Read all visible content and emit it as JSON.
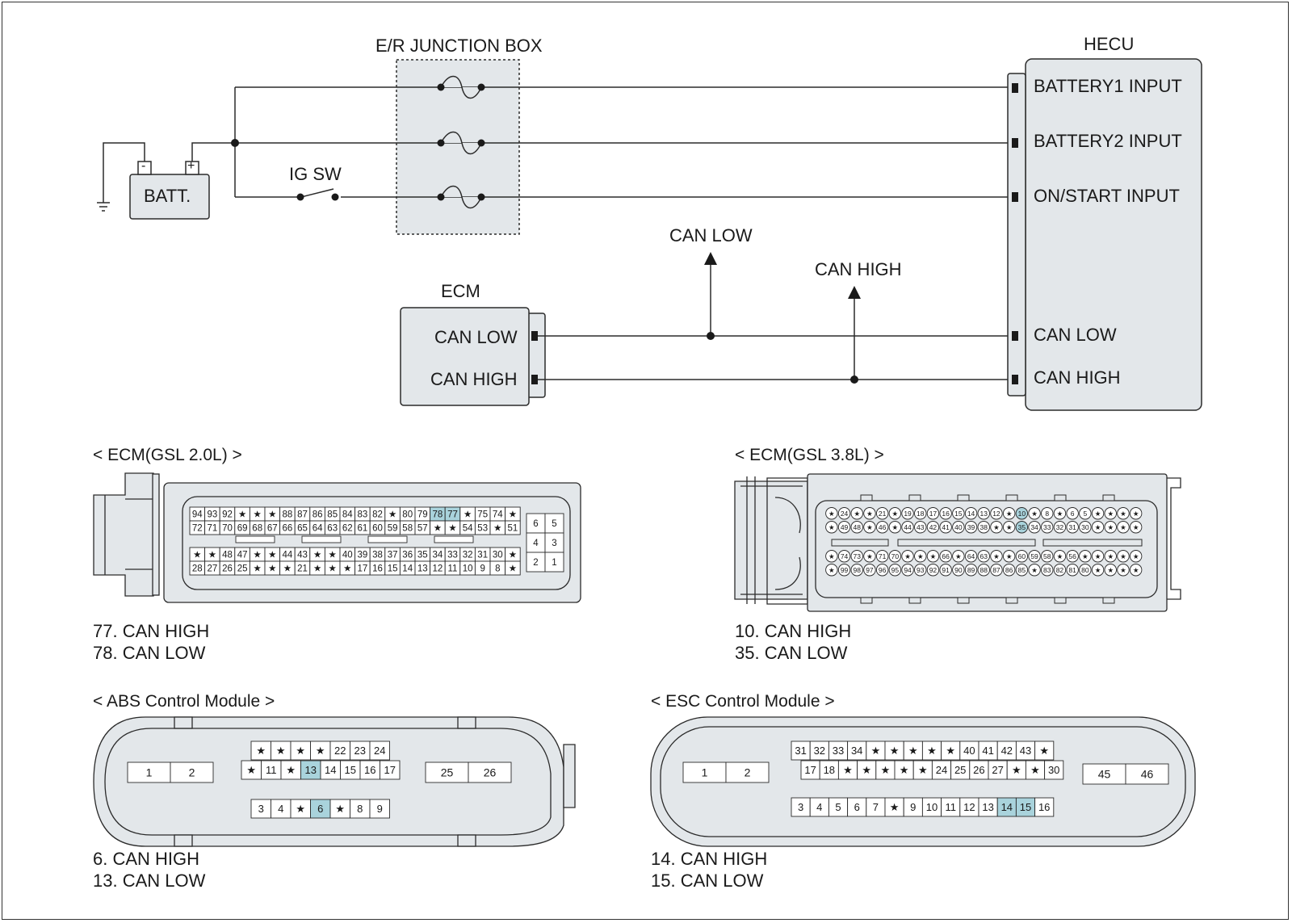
{
  "wiring": {
    "junction_box_title": "E/R JUNCTION BOX",
    "hecu_title": "HECU",
    "battery_label": "BATT.",
    "minus_sign": "-",
    "plus_sign": "+",
    "ig_sw_label": "IG SW",
    "ecm_title": "ECM",
    "hecu_pins": [
      "BATTERY1 INPUT",
      "BATTERY2 INPUT",
      "ON/START INPUT",
      "CAN LOW",
      "CAN HIGH"
    ],
    "ecm_pins": [
      "CAN LOW",
      "CAN HIGH"
    ],
    "tap_can_low": "CAN LOW",
    "tap_can_high": "CAN HIGH"
  },
  "colors": {
    "highlight": "#a9d3dc",
    "module_fill": "#e3e7ea",
    "line": "#2b2b2b"
  },
  "connectors": {
    "ecm_20": {
      "title": "< ECM(GSL 2.0L) >",
      "row1": [
        "94",
        "93",
        "92",
        "*",
        "*",
        "*",
        "88",
        "87",
        "86",
        "85",
        "84",
        "83",
        "82",
        "*",
        "80",
        "79",
        "78",
        "77",
        "*",
        "75",
        "74",
        "*"
      ],
      "row2": [
        "72",
        "71",
        "70",
        "69",
        "68",
        "67",
        "66",
        "65",
        "64",
        "63",
        "62",
        "61",
        "60",
        "59",
        "58",
        "57",
        "*",
        "*",
        "54",
        "53",
        "*",
        "51"
      ],
      "row3": [
        "*",
        "*",
        "48",
        "47",
        "*",
        "*",
        "44",
        "43",
        "*",
        "*",
        "40",
        "39",
        "38",
        "37",
        "36",
        "35",
        "34",
        "33",
        "32",
        "31",
        "30",
        "*"
      ],
      "row4": [
        "28",
        "27",
        "26",
        "25",
        "*",
        "*",
        "*",
        "21",
        "*",
        "*",
        "*",
        "17",
        "16",
        "15",
        "14",
        "13",
        "12",
        "11",
        "10",
        "9",
        "8",
        "*"
      ],
      "side": [
        "6",
        "5",
        "4",
        "3",
        "2",
        "1"
      ],
      "highlight": [
        "78",
        "77"
      ],
      "pins": [
        "77. CAN HIGH",
        "78. CAN LOW"
      ]
    },
    "ecm_38": {
      "title": "< ECM(GSL 3.8L) >",
      "row1": [
        "*",
        "24",
        "*",
        "*",
        "21",
        "*",
        "19",
        "18",
        "17",
        "16",
        "15",
        "14",
        "13",
        "12",
        "*",
        "10",
        "*",
        "8",
        "*",
        "6",
        "5",
        "*",
        "*",
        "*",
        "*"
      ],
      "row2": [
        "*",
        "49",
        "48",
        "*",
        "46",
        "*",
        "44",
        "43",
        "42",
        "41",
        "40",
        "39",
        "38",
        "*",
        "*",
        "35",
        "34",
        "33",
        "32",
        "31",
        "30",
        "*",
        "*",
        "*",
        "*"
      ],
      "row3": [
        "*",
        "74",
        "73",
        "*",
        "71",
        "70",
        "*",
        "*",
        "*",
        "66",
        "*",
        "64",
        "63",
        "*",
        "*",
        "60",
        "59",
        "58",
        "*",
        "56",
        "*",
        "*",
        "*",
        "*",
        "*"
      ],
      "row4": [
        "*",
        "99",
        "98",
        "97",
        "96",
        "95",
        "94",
        "93",
        "92",
        "91",
        "90",
        "89",
        "88",
        "87",
        "86",
        "85",
        "*",
        "83",
        "82",
        "81",
        "80",
        "*",
        "*",
        "*",
        "*"
      ],
      "highlight": [
        "10",
        "35"
      ],
      "pins": [
        "10. CAN HIGH",
        "35. CAN LOW"
      ]
    },
    "abs": {
      "title": "< ABS Control Module >",
      "row1": [
        "*",
        "*",
        "*",
        "*",
        "22",
        "23",
        "24"
      ],
      "row2": [
        "*",
        "11",
        "*",
        "13",
        "14",
        "15",
        "16",
        "17"
      ],
      "row3": [
        "3",
        "4",
        "*",
        "6",
        "*",
        "8",
        "9"
      ],
      "left": [
        "1",
        "2"
      ],
      "right": [
        "25",
        "26"
      ],
      "highlight": [
        "13",
        "6"
      ],
      "pins": [
        "6. CAN HIGH",
        "13. CAN LOW"
      ]
    },
    "esc": {
      "title": "< ESC Control Module >",
      "row1": [
        "31",
        "32",
        "33",
        "34",
        "*",
        "*",
        "*",
        "*",
        "*",
        "40",
        "41",
        "42",
        "43",
        "*"
      ],
      "row2": [
        "17",
        "18",
        "*",
        "*",
        "*",
        "*",
        "*",
        "24",
        "25",
        "26",
        "27",
        "*",
        "*",
        "30"
      ],
      "row3": [
        "3",
        "4",
        "5",
        "6",
        "7",
        "*",
        "9",
        "10",
        "11",
        "12",
        "13",
        "14",
        "15",
        "16"
      ],
      "left": [
        "1",
        "2"
      ],
      "right": [
        "45",
        "46"
      ],
      "highlight": [
        "14",
        "15"
      ],
      "pins": [
        "14. CAN HIGH",
        "15. CAN LOW"
      ]
    }
  }
}
